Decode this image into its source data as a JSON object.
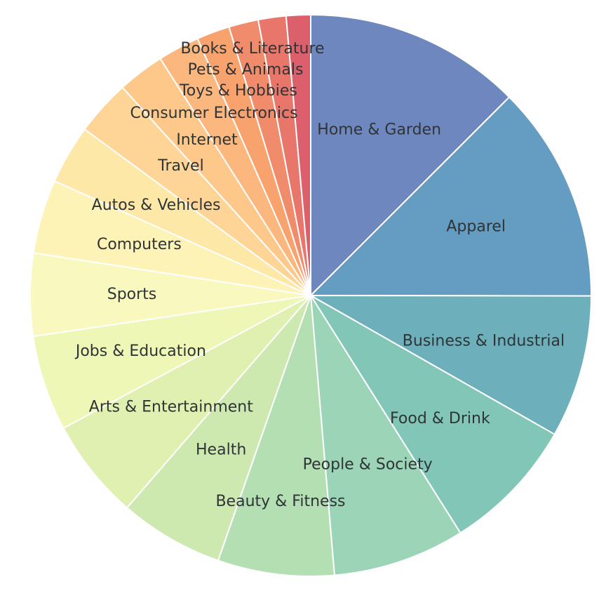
{
  "chart_data": {
    "type": "pie",
    "title": "",
    "start": "top",
    "direction": "clockwise",
    "unit": "percent",
    "slices": [
      {
        "label": "Home & Garden",
        "value": 12.5,
        "color": "#6e88bf"
      },
      {
        "label": "Apparel",
        "value": 12.5,
        "color": "#649dc1"
      },
      {
        "label": "Business & Industrial",
        "value": 8.2,
        "color": "#6db0bc"
      },
      {
        "label": "Food & Drink",
        "value": 7.8,
        "color": "#82c6b7"
      },
      {
        "label": "People & Society",
        "value": 7.6,
        "color": "#9bd4b6"
      },
      {
        "label": "Beauty & Fitness",
        "value": 6.7,
        "color": "#b3dfb3"
      },
      {
        "label": "Health",
        "value": 6.0,
        "color": "#cde9b0"
      },
      {
        "label": "Arts & Entertainment",
        "value": 5.8,
        "color": "#dff0b0"
      },
      {
        "label": "Jobs & Education",
        "value": 5.5,
        "color": "#eef7b6"
      },
      {
        "label": "Sports",
        "value": 4.75,
        "color": "#f8f8bf"
      },
      {
        "label": "Computers",
        "value": 4.25,
        "color": "#fdf3b6"
      },
      {
        "label": "Autos & Vehicles",
        "value": 3.4,
        "color": "#fee8a8"
      },
      {
        "label": "Travel",
        "value": 3.2,
        "color": "#fed596"
      },
      {
        "label": "Internet",
        "value": 2.7,
        "color": "#fdc88a"
      },
      {
        "label": "Consumer Electronics",
        "value": 2.4,
        "color": "#fbb77d"
      },
      {
        "label": "Toys & Hobbies",
        "value": 1.9,
        "color": "#f8a26e"
      },
      {
        "label": "Pets & Animals",
        "value": 1.7,
        "color": "#f08c6c"
      },
      {
        "label": "Books & Literature",
        "value": 1.6,
        "color": "#e9766b"
      },
      {
        "label": "",
        "value": 1.4,
        "color": "#dc5f6c"
      }
    ]
  }
}
